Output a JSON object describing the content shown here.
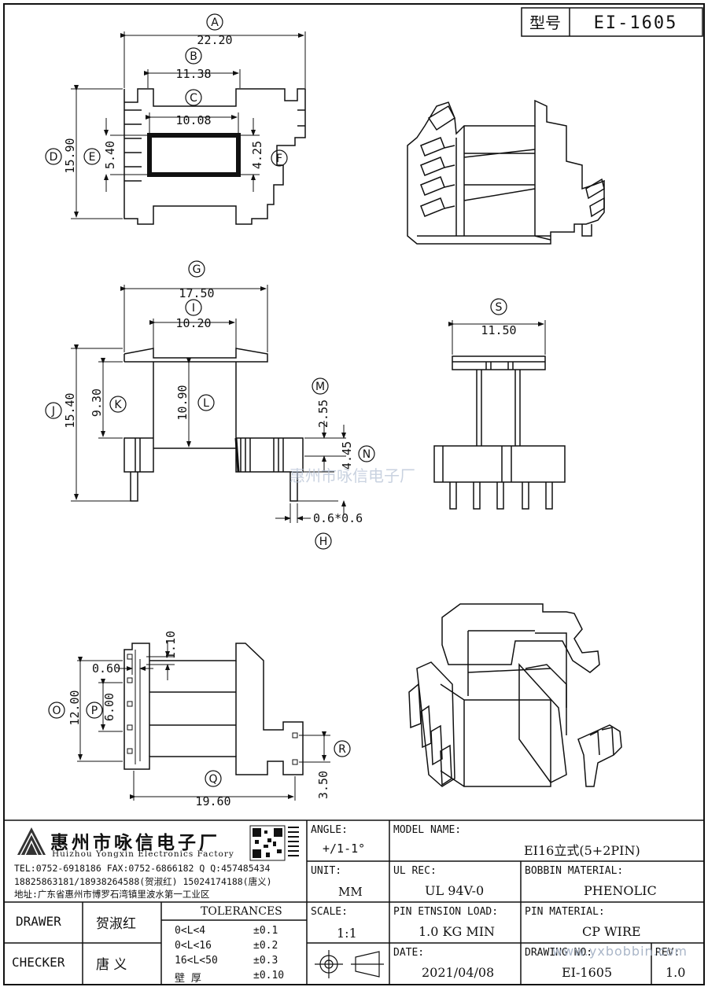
{
  "header": {
    "model_label": "型号",
    "model_value": "EI-1605"
  },
  "view_top": {
    "A": {
      "letter": "A",
      "value": "22.20"
    },
    "B": {
      "letter": "B",
      "value": "11.38"
    },
    "C": {
      "letter": "C",
      "value": "10.08"
    },
    "D": {
      "letter": "D",
      "value": "15.90"
    },
    "E": {
      "letter": "E",
      "value": "5.40"
    },
    "F": {
      "letter": "F",
      "value": "4.25"
    }
  },
  "view_front": {
    "G": {
      "letter": "G",
      "value": "17.50"
    },
    "I": {
      "letter": "I",
      "value": "10.20"
    },
    "J": {
      "letter": "J",
      "value": "15.40"
    },
    "K": {
      "letter": "K",
      "value": "9.30"
    },
    "L": {
      "letter": "L",
      "value": "10.90"
    },
    "M": {
      "letter": "M",
      "value": "2.55"
    },
    "N": {
      "letter": "N",
      "value": "4.45"
    },
    "H": {
      "letter": "H",
      "value": "0.6*0.6"
    }
  },
  "view_side": {
    "S": {
      "letter": "S",
      "value": "11.50"
    }
  },
  "view_bottom": {
    "O": {
      "letter": "O",
      "value": "12.00"
    },
    "P": {
      "letter": "P",
      "value": "6.00"
    },
    "Q": {
      "letter": "Q",
      "value": "19.60"
    },
    "R": {
      "letter": "R",
      "value": "3.50"
    },
    "d110": "1.10",
    "d060": "0.60"
  },
  "watermark": "惠州市咏信电子厂",
  "company": {
    "name": "惠州市咏信电子厂",
    "name_en": "Huizhou Yongxin Electronics Factory",
    "line1": "TEL:0752-6918186  FAX:0752-6866182  Q Q:457485434",
    "line2": "18825863181/18938264588(贺淑红)  15024174188(唐义)",
    "line3": "地址:广东省惠州市博罗石湾镇里波水第一工业区"
  },
  "title_block": {
    "angle_label": "ANGLE:",
    "angle_value": "+/1-1°",
    "model_name_label": "MODEL NAME:",
    "model_name_value": "EI16立式(5+2PIN)",
    "unit_label": "UNIT:",
    "unit_value": "MM",
    "ul_label": "UL REC:",
    "ul_value": "UL 94V-0",
    "bobbin_label": "BOBBIN MATERIAL:",
    "bobbin_value": "PHENOLIC",
    "scale_label": "SCALE:",
    "scale_value": "1:1",
    "pin_load_label": "PIN ETNSION LOAD:",
    "pin_load_value": "1.0 KG MIN",
    "pin_mat_label": "PIN MATERIAL:",
    "pin_mat_value": "CP WIRE",
    "date_label": "DATE:",
    "date_value": "2021/04/08",
    "drawing_no_label": "DRAWING NO:",
    "drawing_no_value": "EI-1605",
    "rev_label": "REV:",
    "rev_value": "1.0",
    "drawer_label": "DRAWER",
    "drawer_value": "贺淑红",
    "checker_label": "CHECKER",
    "checker_value": "唐 义",
    "tolerances_title": "TOLERANCES",
    "tolerances": [
      {
        "range": "0<L<4",
        "value": "±0.1"
      },
      {
        "range": "0<L<16",
        "value": "±0.2"
      },
      {
        "range": "16<L<50",
        "value": "±0.3"
      },
      {
        "range": "壁  厚",
        "value": "±0.10"
      }
    ],
    "site_mark": "www.yxbobbin.com"
  }
}
